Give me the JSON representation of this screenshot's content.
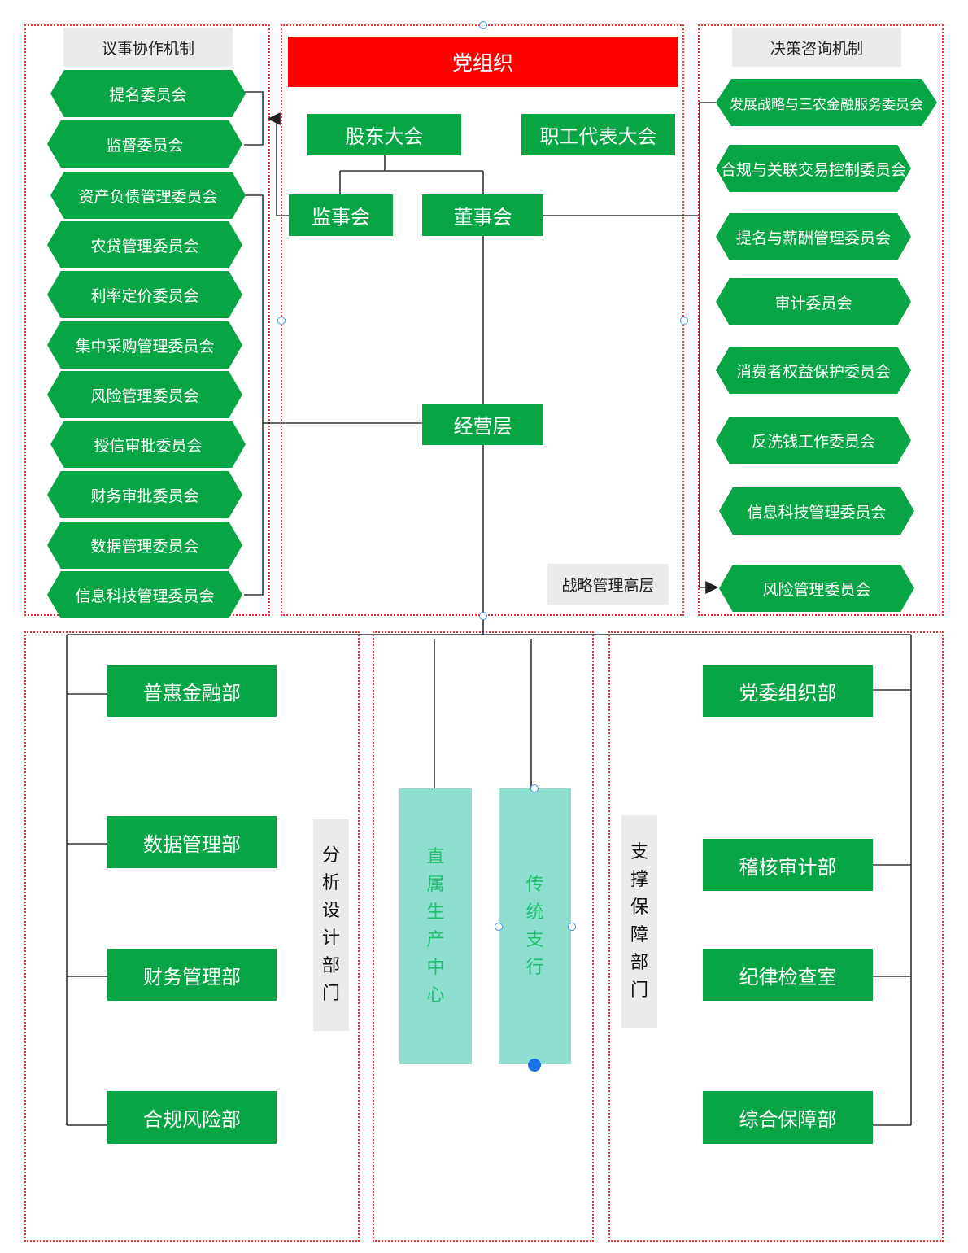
{
  "left_panel": {
    "title": "议事协作机制",
    "committees": [
      "提名委员会",
      "监督委员会",
      "资产负债管理委员会",
      "农贷管理委员会",
      "利率定价委员会",
      "集中采购管理委员会",
      "风险管理委员会",
      "授信审批委员会",
      "财务审批委员会",
      "数据管理委员会",
      "信息科技管理委员会"
    ]
  },
  "center_panel": {
    "party": "党组织",
    "shareholders": "股东大会",
    "workers": "职工代表大会",
    "supervisory": "监事会",
    "board": "董事会",
    "management": "经营层",
    "label": "战略管理高层"
  },
  "right_panel": {
    "title": "决策咨询机制",
    "committees": [
      "发展战略与三农金融服务委员会",
      "合规与关联交易控制委员会",
      "提名与薪酬管理委员会",
      "审计委员会",
      "消费者权益保护委员会",
      "反洗钱工作委员会",
      "信息科技管理委员会",
      "风险管理委员会"
    ]
  },
  "bottom_left": {
    "departments": [
      "普惠金融部",
      "数据管理部",
      "财务管理部",
      "合规风险部"
    ],
    "label": [
      "分",
      "析",
      "设",
      "计",
      "部",
      "门"
    ]
  },
  "bottom_center": {
    "col1": [
      "直",
      "属",
      "生",
      "产",
      "中",
      "心"
    ],
    "col2": [
      "传",
      "统",
      "支",
      "行"
    ]
  },
  "bottom_right": {
    "departments": [
      "党委组织部",
      "稽核审计部",
      "纪律检查室",
      "综合保障部"
    ],
    "label": [
      "支",
      "撑",
      "保",
      "障",
      "部",
      "门"
    ]
  },
  "colors": {
    "green": "#08a544",
    "red": "#ff0000",
    "teal": "#8edfd0",
    "dashed_border": "#e8333a"
  }
}
